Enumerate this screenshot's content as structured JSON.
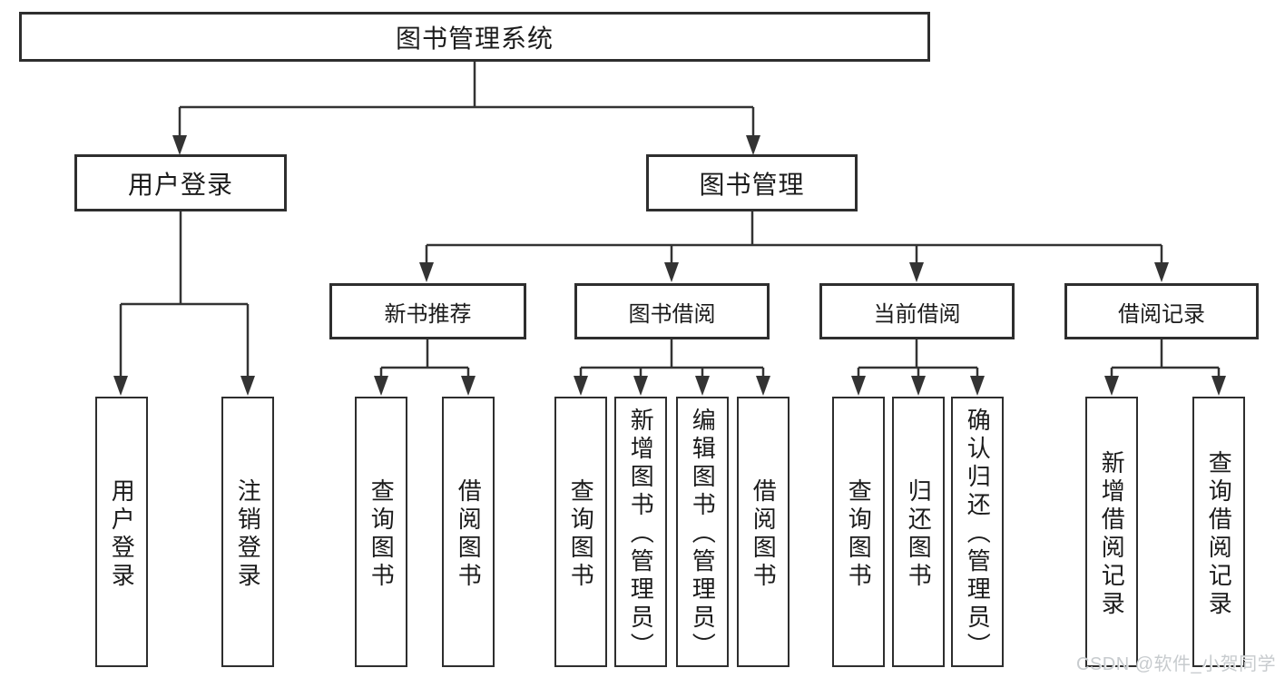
{
  "tree": {
    "root": "图书管理系统",
    "branches": [
      {
        "label": "用户登录",
        "children": [
          "用户登录",
          "注销登录"
        ]
      },
      {
        "label": "图书管理",
        "sections": [
          {
            "label": "新书推荐",
            "children": [
              "查询图书",
              "借阅图书"
            ]
          },
          {
            "label": "图书借阅",
            "children": [
              "查询图书",
              "新增图书（管理员）",
              "编辑图书（管理员）",
              "借阅图书"
            ]
          },
          {
            "label": "当前借阅",
            "children": [
              "查询图书",
              "归还图书",
              "确认归还（管理员）"
            ]
          },
          {
            "label": "借阅记录",
            "children": [
              "新增借阅记录",
              "查询借阅记录"
            ]
          }
        ]
      }
    ]
  },
  "watermark": "CSDN @软件_小贺同学",
  "colors": {
    "line": "#333333",
    "box_border": "#2e2e2e",
    "text": "#1b1b1b",
    "watermark": "#c7cbce",
    "background": "#ffffff"
  }
}
